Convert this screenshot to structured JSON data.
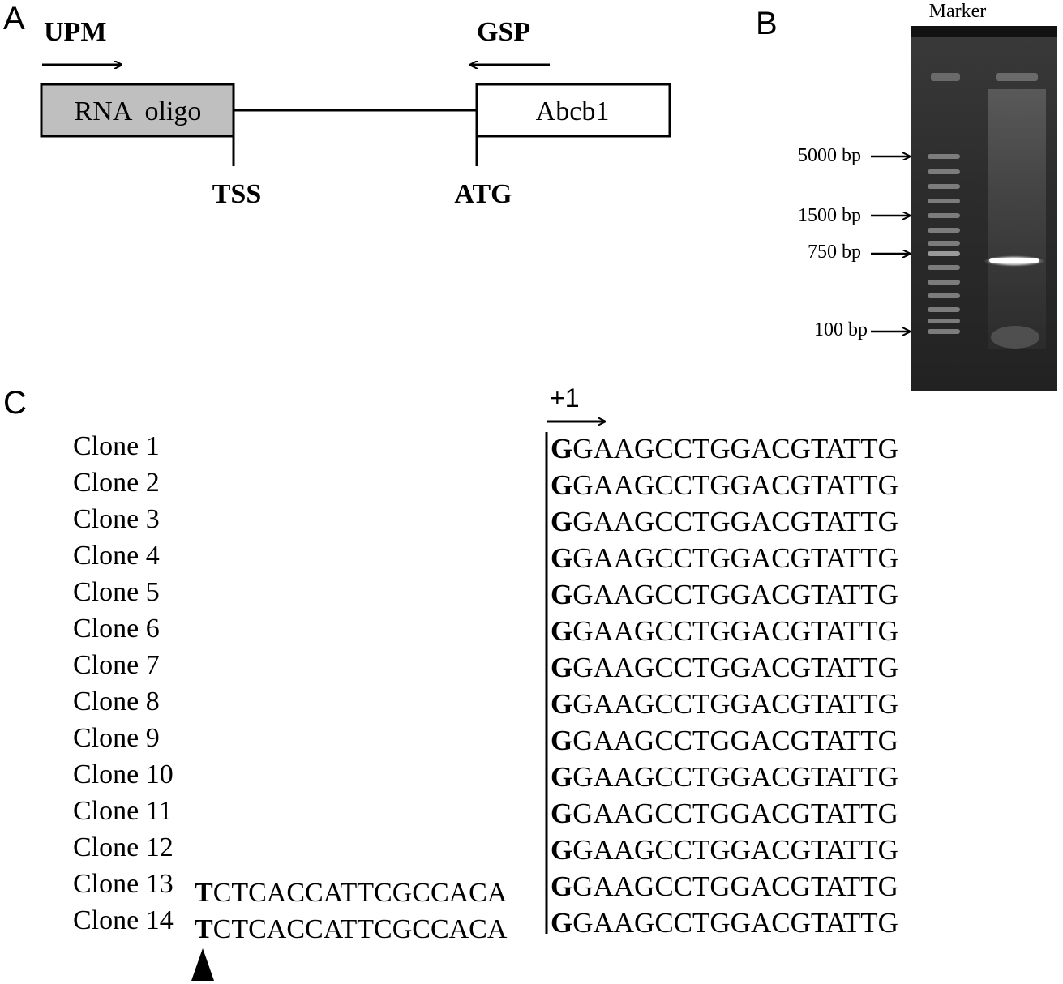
{
  "panel_a": {
    "letter": "A",
    "upm_label": "UPM",
    "gsp_label": "GSP",
    "rna_oligo_label": "RNA  oligo",
    "abcb1_label": "Abcb1",
    "tss_label": "TSS",
    "atg_label": "ATG",
    "colors": {
      "rna_oligo_fill": "#bfbfbf",
      "abcb1_fill": "#ffffff"
    }
  },
  "panel_b": {
    "letter": "B",
    "marker_label": "Marker",
    "ladder": [
      {
        "label": "5000 bp"
      },
      {
        "label": "1500 bp"
      },
      {
        "label": "750 bp"
      },
      {
        "label": "100 bp"
      }
    ],
    "colors": {
      "gel_background": "#2e2e2e"
    }
  },
  "panel_c": {
    "letter": "C",
    "plus_one": "+1",
    "clones": [
      {
        "name": "Clone 1",
        "upstream_first": "",
        "upstream_rest": "",
        "seq_first": "G",
        "seq_rest": "GAAGCCTGGACGTATTG"
      },
      {
        "name": "Clone 2",
        "upstream_first": "",
        "upstream_rest": "",
        "seq_first": "G",
        "seq_rest": "GAAGCCTGGACGTATTG"
      },
      {
        "name": "Clone 3",
        "upstream_first": "",
        "upstream_rest": "",
        "seq_first": "G",
        "seq_rest": "GAAGCCTGGACGTATTG"
      },
      {
        "name": "Clone 4",
        "upstream_first": "",
        "upstream_rest": "",
        "seq_first": "G",
        "seq_rest": "GAAGCCTGGACGTATTG"
      },
      {
        "name": "Clone 5",
        "upstream_first": "",
        "upstream_rest": "",
        "seq_first": "G",
        "seq_rest": "GAAGCCTGGACGTATTG"
      },
      {
        "name": "Clone 6",
        "upstream_first": "",
        "upstream_rest": "",
        "seq_first": "G",
        "seq_rest": "GAAGCCTGGACGTATTG"
      },
      {
        "name": "Clone 7",
        "upstream_first": "",
        "upstream_rest": "",
        "seq_first": "G",
        "seq_rest": "GAAGCCTGGACGTATTG"
      },
      {
        "name": "Clone 8",
        "upstream_first": "",
        "upstream_rest": "",
        "seq_first": "G",
        "seq_rest": "GAAGCCTGGACGTATTG"
      },
      {
        "name": "Clone 9",
        "upstream_first": "",
        "upstream_rest": "",
        "seq_first": "G",
        "seq_rest": "GAAGCCTGGACGTATTG"
      },
      {
        "name": "Clone 10",
        "upstream_first": "",
        "upstream_rest": "",
        "seq_first": "G",
        "seq_rest": "GAAGCCTGGACGTATTG"
      },
      {
        "name": "Clone 11",
        "upstream_first": "",
        "upstream_rest": "",
        "seq_first": "G",
        "seq_rest": "GAAGCCTGGACGTATTG"
      },
      {
        "name": "Clone 12",
        "upstream_first": "",
        "upstream_rest": "",
        "seq_first": "G",
        "seq_rest": "GAAGCCTGGACGTATTG"
      },
      {
        "name": "Clone 13",
        "upstream_first": "T",
        "upstream_rest": "CTCACCATTCGCCACA",
        "seq_first": "G",
        "seq_rest": "GAAGCCTGGACGTATTG"
      },
      {
        "name": "Clone 14",
        "upstream_first": "T",
        "upstream_rest": "CTCACCATTCGCCACA",
        "seq_first": "G",
        "seq_rest": "GAAGCCTGGACGTATTG"
      }
    ]
  }
}
